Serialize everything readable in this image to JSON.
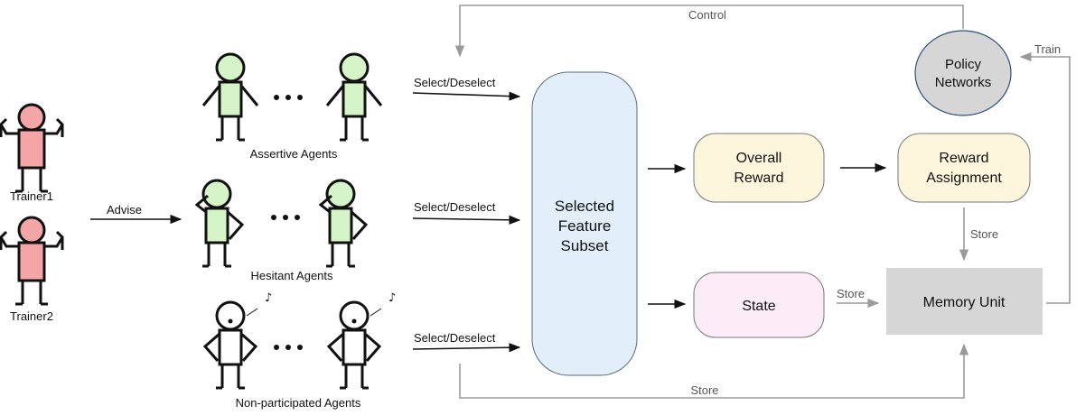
{
  "trainers": {
    "trainer1": "Trainer1",
    "trainer2": "Trainer2",
    "advise": "Advise"
  },
  "agent_groups": {
    "assertive": "Assertive Agents",
    "hesitant": "Hesitant Agents",
    "non_participated": "Non-participated Agents"
  },
  "actions": {
    "select_deselect": "Select/Deselect"
  },
  "feature_subset": {
    "line1": "Selected",
    "line2": "Feature",
    "line3": "Subset"
  },
  "overall_reward": {
    "line1": "Overall",
    "line2": "Reward"
  },
  "reward_assignment": {
    "line1": "Reward",
    "line2": "Assignment"
  },
  "state": "State",
  "memory_unit": "Memory Unit",
  "policy_networks": {
    "line1": "Policy",
    "line2": "Networks"
  },
  "edges": {
    "control": "Control",
    "train": "Train",
    "store": "Store"
  },
  "colors": {
    "trainer_fill": "#f4a6a6",
    "agent_fill": "#d5f5c8",
    "feature_fill": "#e2effb",
    "reward_fill": "#fdf5dc",
    "state_fill": "#fcecf8",
    "memory_fill": "#d6d6d6",
    "policy_fill": "#d6d6d6",
    "gray_arrow": "#9a9a9a"
  }
}
